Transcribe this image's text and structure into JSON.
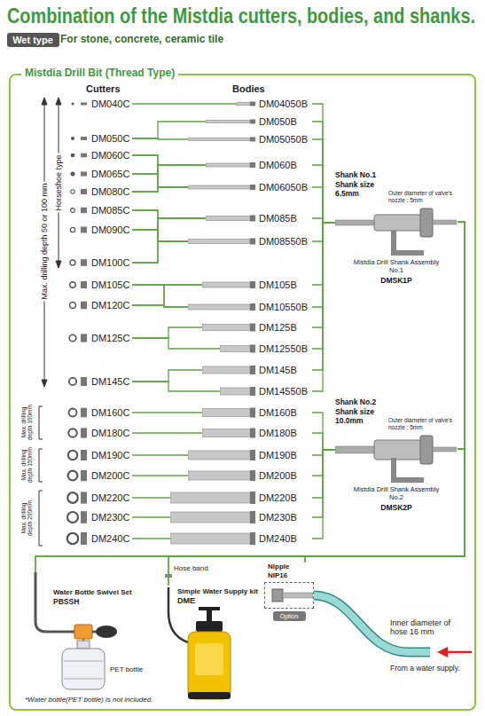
{
  "diagram": {
    "title": "Combination of the Mistdia cutters, bodies, and shanks.",
    "nodes": [
      {
        "text": [
          "Wet type"
        ]
      },
      {
        "text": [
          "Mistdia Drill Bit (Thread Type)"
        ]
      },
      {
        "text": [
          "DM040C"
        ],
        "in": 1
      },
      {
        "text": [
          "DM050C"
        ],
        "in": 1
      },
      {
        "text": [
          "DM060C"
        ],
        "in": 1
      },
      {
        "text": [
          "DM065C"
        ],
        "in": 1
      },
      {
        "text": [
          "DM080C"
        ],
        "in": 1
      },
      {
        "text": [
          "DM085C"
        ],
        "in": 1
      },
      {
        "text": [
          "DM090C"
        ],
        "in": 1
      },
      {
        "text": [
          "DM100C"
        ],
        "in": 1
      },
      {
        "text": [
          "DM105C"
        ],
        "in": 1
      },
      {
        "text": [
          "DM120C"
        ],
        "in": 1
      },
      {
        "text": [
          "DM125C"
        ],
        "in": 1
      },
      {
        "text": [
          "DM145C"
        ],
        "in": 1
      },
      {
        "text": [
          "DM160C"
        ],
        "in": 1
      },
      {
        "text": [
          "DM180C"
        ],
        "in": 1
      },
      {
        "text": [
          "DM190C"
        ],
        "in": 1
      },
      {
        "text": [
          "DM200C"
        ],
        "in": 1
      },
      {
        "text": [
          "DM220C"
        ],
        "in": 1
      },
      {
        "text": [
          "DM230C"
        ],
        "in": 1
      },
      {
        "text": [
          "DM240C"
        ],
        "in": 1
      },
      {
        "text": [
          "DM04050B"
        ],
        "in": 1
      },
      {
        "text": [
          "DM050B"
        ],
        "in": 1
      },
      {
        "text": [
          "DM05050B"
        ],
        "in": 1
      },
      {
        "text": [
          "DM060B"
        ],
        "in": 1
      },
      {
        "text": [
          "DM06050B"
        ],
        "in": 1
      },
      {
        "text": [
          "DM085B"
        ],
        "in": 1
      },
      {
        "text": [
          "DM08550B"
        ],
        "in": 1
      },
      {
        "text": [
          "DM105B"
        ],
        "in": 1
      },
      {
        "text": [
          "DM10550B"
        ],
        "in": 1
      },
      {
        "text": [
          "DM125B"
        ],
        "in": 1
      },
      {
        "text": [
          "DM12550B"
        ],
        "in": 1
      },
      {
        "text": [
          "DM145B"
        ],
        "in": 1
      },
      {
        "text": [
          "DM14550B"
        ],
        "in": 1
      },
      {
        "text": [
          "DM160B"
        ],
        "in": 1
      },
      {
        "text": [
          "DM180B"
        ],
        "in": 1
      },
      {
        "text": [
          "DM190B"
        ],
        "in": 1
      },
      {
        "text": [
          "DM200B"
        ],
        "in": 1
      },
      {
        "text": [
          "DM220B"
        ],
        "in": 1
      },
      {
        "text": [
          "DM230B"
        ],
        "in": 1
      },
      {
        "text": [
          "DM240B"
        ],
        "in": 1
      },
      {
        "text": [
          "Shank No.1 Shank size 6.5mm",
          "Outer diameter of valve's nozzle : 5mm",
          "Mistdia Drill Shank Assembly No.1",
          "DMSK1P"
        ],
        "in": 1
      },
      {
        "text": [
          "Shank No.2 Shank size 10.0mm",
          "Outer diameter of valve's nozzle : 5mm",
          "Mistdia Drill Shank Assembly No.2",
          "DMSK2P"
        ],
        "in": 1
      },
      {
        "text": [
          "Water Bottle Swivel Set",
          "PBSSH"
        ],
        "in": 1
      },
      {
        "text": [
          "Simple Water Supply kit",
          "DME"
        ],
        "in": 1
      },
      {
        "text": [
          "Nipple",
          "NIP16"
        ],
        "in": 1
      },
      {
        "text": [
          "Option"
        ],
        "in": 45
      }
    ],
    "edges": [
      {
        "from": 2,
        "to": 21,
        "arrow": "none"
      },
      {
        "from": 3,
        "to": 22,
        "arrow": "none"
      },
      {
        "from": 3,
        "to": 23,
        "arrow": "none"
      },
      {
        "from": 4,
        "to": 24,
        "arrow": "none"
      },
      {
        "from": 4,
        "to": 25,
        "arrow": "none"
      },
      {
        "from": 5,
        "to": 24,
        "arrow": "none"
      },
      {
        "from": 5,
        "to": 25,
        "arrow": "none"
      },
      {
        "from": 6,
        "to": 24,
        "arrow": "none"
      },
      {
        "from": 6,
        "to": 25,
        "arrow": "none"
      },
      {
        "from": 7,
        "to": 26,
        "arrow": "none"
      },
      {
        "from": 7,
        "to": 27,
        "arrow": "none"
      },
      {
        "from": 8,
        "to": 26,
        "arrow": "none"
      },
      {
        "from": 8,
        "to": 27,
        "arrow": "none"
      },
      {
        "from": 9,
        "to": 26,
        "arrow": "none"
      },
      {
        "from": 9,
        "to": 27,
        "arrow": "none"
      },
      {
        "from": 10,
        "to": 28,
        "arrow": "none"
      },
      {
        "from": 10,
        "to": 29,
        "arrow": "none"
      },
      {
        "from": 11,
        "to": 28,
        "arrow": "none"
      },
      {
        "from": 11,
        "to": 29,
        "arrow": "none"
      },
      {
        "from": 12,
        "to": 30,
        "arrow": "none"
      },
      {
        "from": 12,
        "to": 31,
        "arrow": "none"
      },
      {
        "from": 13,
        "to": 32,
        "arrow": "none"
      },
      {
        "from": 13,
        "to": 33,
        "arrow": "none"
      },
      {
        "from": 14,
        "to": 34,
        "arrow": "none"
      },
      {
        "from": 15,
        "to": 35,
        "arrow": "none"
      },
      {
        "from": 16,
        "to": 36,
        "arrow": "none"
      },
      {
        "from": 17,
        "to": 37,
        "arrow": "none"
      },
      {
        "from": 18,
        "to": 38,
        "arrow": "none"
      },
      {
        "from": 19,
        "to": 39,
        "arrow": "none"
      },
      {
        "from": 20,
        "to": 40,
        "arrow": "none"
      },
      {
        "from": 21,
        "to": 41,
        "arrow": "none"
      },
      {
        "from": 22,
        "to": 41,
        "arrow": "none"
      },
      {
        "from": 23,
        "to": 41,
        "arrow": "none"
      },
      {
        "from": 24,
        "to": 41,
        "arrow": "none"
      },
      {
        "from": 25,
        "to": 41,
        "arrow": "none"
      },
      {
        "from": 26,
        "to": 41,
        "arrow": "none"
      },
      {
        "from": 27,
        "to": 41,
        "arrow": "none"
      },
      {
        "from": 28,
        "to": 41,
        "arrow": "none"
      },
      {
        "from": 29,
        "to": 41,
        "arrow": "none"
      },
      {
        "from": 30,
        "to": 41,
        "arrow": "none"
      },
      {
        "from": 31,
        "to": 41,
        "arrow": "none"
      },
      {
        "from": 32,
        "to": 41,
        "arrow": "none"
      },
      {
        "from": 33,
        "to": 41,
        "arrow": "none"
      },
      {
        "from": 34,
        "to": 42,
        "arrow": "none"
      },
      {
        "from": 35,
        "to": 42,
        "arrow": "none"
      },
      {
        "from": 36,
        "to": 42,
        "arrow": "none"
      },
      {
        "from": 37,
        "to": 42,
        "arrow": "none"
      },
      {
        "from": 38,
        "to": 42,
        "arrow": "none"
      },
      {
        "from": 39,
        "to": 42,
        "arrow": "none"
      },
      {
        "from": 40,
        "to": 42,
        "arrow": "none"
      },
      {
        "from": 41,
        "to": 43,
        "arrow": "none"
      },
      {
        "from": 41,
        "to": 44,
        "arrow": "none"
      },
      {
        "from": 41,
        "to": 45,
        "arrow": "none"
      },
      {
        "from": 42,
        "to": 43,
        "arrow": "none"
      },
      {
        "from": 42,
        "to": 44,
        "arrow": "none"
      },
      {
        "from": 42,
        "to": 45,
        "arrow": "none"
      }
    ],
    "labels": [
      "For stone, concrete, ceramic tile",
      "Cutters",
      "Bodies",
      "Max. drilling depth 50 or 100 mm",
      "Horseshoe type",
      "Max. drilling depth 100mm",
      "Max. drilling depth 150mm",
      "Max. drilling depth 200mm",
      "PET bottle",
      "*Water bottle(PET bottle) is not included.",
      "Hose band",
      "Inner diameter of hose 16 mm",
      "From a water supply."
    ]
  }
}
